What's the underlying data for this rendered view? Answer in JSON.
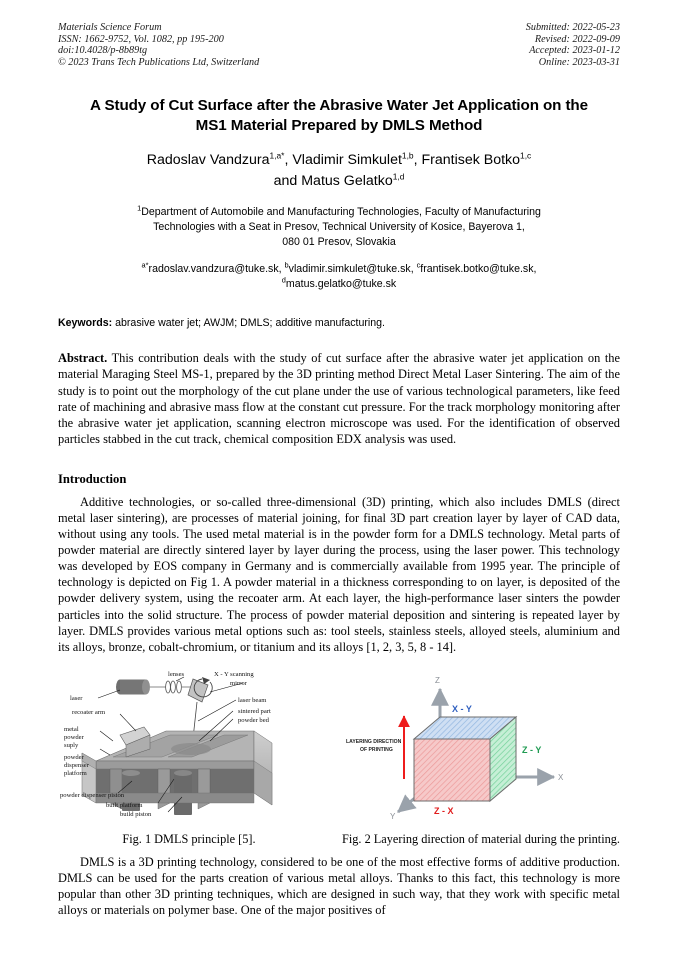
{
  "journal_header": {
    "left_lines": [
      "Materials Science Forum",
      "ISSN: 1662-9752, Vol. 1082, pp 195-200",
      "doi:10.4028/p-8b89tg",
      "© 2023 Trans Tech Publications Ltd, Switzerland"
    ],
    "right_lines": [
      "Submitted: 2022-05-23",
      "Revised: 2022-09-09",
      "Accepted: 2023-01-12",
      "Online: 2023-03-31"
    ]
  },
  "title": {
    "line1": "A Study of Cut Surface after the Abrasive Water Jet Application on the",
    "line2": "MS1 Material Prepared by DMLS Method"
  },
  "authors": {
    "line1_parts": [
      {
        "name": "Radoslav Vandzura",
        "sup": "1,a*",
        "sep": ", "
      },
      {
        "name": "Vladimir Simkulet",
        "sup": "1,b",
        "sep": ", "
      },
      {
        "name": "Frantisek Botko",
        "sup": "1,c",
        "sep": ""
      }
    ],
    "line2_prefix": "and ",
    "line2_name": "Matus Gelatko",
    "line2_sup": "1,d"
  },
  "affiliation": {
    "sup": "1",
    "line1": "Department of Automobile and Manufacturing Technologies, Faculty of Manufacturing",
    "line2": "Technologies with a Seat in Presov, Technical University of Kosice, Bayerova 1,",
    "line3": "080 01 Presov, Slovakia"
  },
  "emails": {
    "items": [
      {
        "sup": "a*",
        "text": "radoslav.vandzura@tuke.sk",
        "sep": ", "
      },
      {
        "sup": "b",
        "text": "vladimir.simkulet@tuke.sk",
        "sep": ", "
      },
      {
        "sup": "c",
        "text": "frantisek.botko@tuke.sk",
        "sep": ","
      }
    ],
    "last": {
      "sup": "d",
      "text": "matus.gelatko@tuke.sk"
    }
  },
  "keywords": {
    "label": "Keywords:",
    "text": "abrasive water jet; AWJM; DMLS; additive manufacturing."
  },
  "abstract": {
    "label": "Abstract.",
    "text": "This contribution deals with the study of cut surface after the abrasive water jet application on the material Maraging Steel MS-1, prepared by the 3D printing method Direct Metal Laser Sintering. The aim of the study is to point out the morphology of the cut plane under the use of various technological parameters, like feed rate of machining and abrasive mass flow at the constant cut pressure. For the track morphology monitoring after the abrasive water jet application, scanning electron microscope was used. For the identification of observed particles stabbed in the cut track, chemical composition EDX analysis was used."
  },
  "introduction": {
    "heading": "Introduction",
    "paragraph1": "Additive technologies, or so-called three-dimensional (3D) printing, which also includes DMLS (direct metal laser sintering), are processes of material joining, for final 3D part creation layer by layer of CAD data, without using any tools. The used metal material is in the powder form for a DMLS technology. Metal parts of powder material are directly sintered layer by layer during the process, using the laser power. This technology was developed by EOS company in Germany and is commercially available from 1995 year. The principle of technology is depicted on Fig 1. A powder material in a thickness corresponding to on layer, is deposited of the powder delivery system, using the recoater arm. At each layer, the high-performance laser sinters the powder particles into the solid structure. The process of powder material deposition and sintering is repeated layer by layer. DMLS provides various metal options such as: tool steels, stainless steels, alloyed steels, aluminium and its alloys, bronze, cobalt-chromium, or titanium and its alloys [1, 2, 3, 5, 8 - 14].",
    "paragraph2": "DMLS is a 3D printing technology, considered to be one of the most effective forms of additive production. DMLS can be used for the parts creation of various metal alloys. Thanks to this fact, this technology is more popular than other 3D printing techniques, which are designed in such way, that they work with specific metal alloys or materials on polymer base. One of the major positives of"
  },
  "figure1": {
    "caption": "Fig. 1 DMLS principle [5].",
    "labels": {
      "laser": "laser",
      "lenses": "lenses",
      "scanning_mirror_l1": "X - Y scanning",
      "scanning_mirror_l2": "mirror",
      "laser_beam": "laser beam",
      "sintered_part": "sintered part",
      "powder_bed": "powder bed",
      "recoater_arm": "recoater arm",
      "metal": "metal",
      "powder": "powder",
      "suply": "suply",
      "powder2": "powder",
      "dispenser": "dispenser",
      "platform": "platform",
      "powder_dispenser_piston": "powder dispenser piston",
      "built_platform": "built platform",
      "build_piston": "build piston"
    }
  },
  "figure2": {
    "caption": "Fig. 2 Layering direction of material during the printing.",
    "labels": {
      "axis_z": "Z",
      "axis_x": "X",
      "axis_y": "Y",
      "face_top": "X - Y",
      "face_right": "Z - Y",
      "face_front": "Z - X",
      "direction_l1": "LAYERING DIRECTION",
      "direction_l2": "OF PRINTING"
    },
    "colors": {
      "top_face": "#b6cdeb",
      "right_face": "#97e0b4",
      "front_face": "#f0a6a6",
      "top_label": "#2f5fbf",
      "right_label": "#1f9b52",
      "front_label": "#e01b1b",
      "arrow": "#ee1c1c",
      "axis": "#9aa2ab"
    }
  }
}
